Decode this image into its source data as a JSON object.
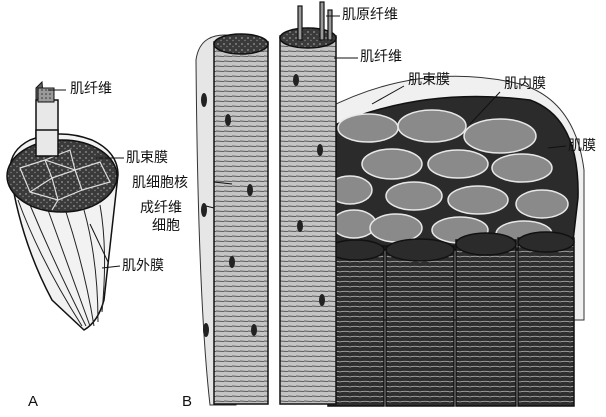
{
  "panels": {
    "a": "A",
    "b": "B"
  },
  "labels_a": {
    "muscle_fiber": "肌纤维",
    "perimysium": "肌束膜",
    "nucleus": "肌细胞核",
    "fibroblast_line1": "成纤维",
    "fibroblast_line2": "细胞",
    "epimysium": "肌外膜"
  },
  "labels_b": {
    "myofibril": "肌原纤维",
    "muscle_fiber": "肌纤维",
    "perimysium": "肌束膜",
    "endomysium": "肌内膜",
    "epimysium": "肌膜"
  },
  "colors": {
    "ink": "#111111",
    "fiber_fill": "#bdbdbd",
    "dark_fill": "#3a3a3a"
  }
}
